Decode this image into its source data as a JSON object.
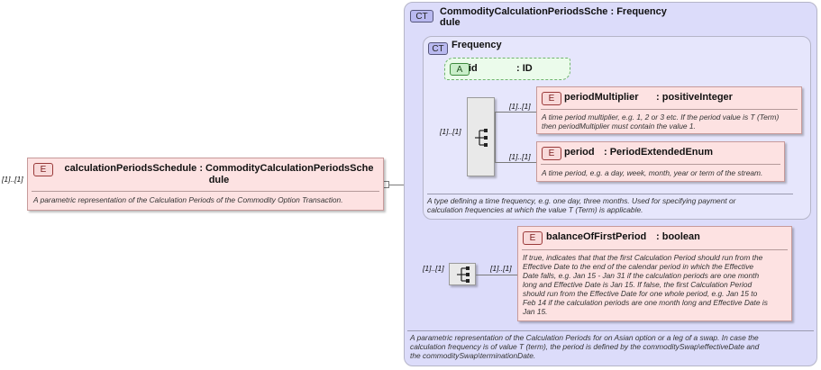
{
  "root": {
    "badge": "E",
    "cardinality": "[1]..[1]",
    "name": "calculationPeriodsSchedule",
    "type_line1": ": CommodityCalculationPeriodsSche",
    "type_line2": "dule",
    "doc": "A parametric representation of the Calculation Periods of the Commodity Option Transaction."
  },
  "outer_type": {
    "badge": "CT",
    "title_line1": "CommodityCalculationPeriodsSche : Frequency",
    "title_line2": "dule",
    "doc_line1": "A parametric representation of the Calculation Periods for on Asian option or a leg of a swap. In case the",
    "doc_line2": "calculation frequency is of value T (term), the period is defined by the commoditySwap\\effectiveDate and",
    "doc_line3": "the commoditySwap\\terminationDate."
  },
  "inner_type": {
    "badge": "CT",
    "title": "Frequency",
    "doc_line1": "A type defining a time frequency, e.g. one day, three months. Used for specifying payment or",
    "doc_line2": "calculation frequencies at which the value T (Term) is applicable."
  },
  "attribute": {
    "badge": "A",
    "name": "id",
    "type": ": ID"
  },
  "seq_cardinality_inner": "[1]..[1]",
  "seq_cardinality_outer": "[1]..[1]",
  "periodMultiplier": {
    "badge": "E",
    "cardinality": "[1]..[1]",
    "name": "periodMultiplier",
    "type": ": positiveInteger",
    "doc_line1": "A time period multiplier, e.g. 1, 2 or 3 etc. If the period value is T (Term)",
    "doc_line2": "then periodMultiplier must contain the value 1."
  },
  "period": {
    "badge": "E",
    "cardinality": "[1]..[1]",
    "name": "period",
    "type": ": PeriodExtendedEnum",
    "doc": "A time period, e.g. a day, week, month, year or term of the stream."
  },
  "balanceOfFirstPeriod": {
    "badge": "E",
    "cardinality": "[1]..[1]",
    "name": "balanceOfFirstPeriod",
    "type": ": boolean",
    "doc_lines": [
      "If true, indicates that that the first Calculation Period should run from the",
      "Effective Date to the end of the calendar period in which the Effective",
      "Date falls, e.g. Jan 15 - Jan 31 if the calculation periods are one month",
      "long and Effective Date is Jan 15. If false, the first Calculation Period",
      "should run from the Effective Date for one whole period, e.g. Jan 15 to",
      "Feb 14 if the calculation periods are one month long and Effective Date is",
      "Jan 15."
    ]
  }
}
